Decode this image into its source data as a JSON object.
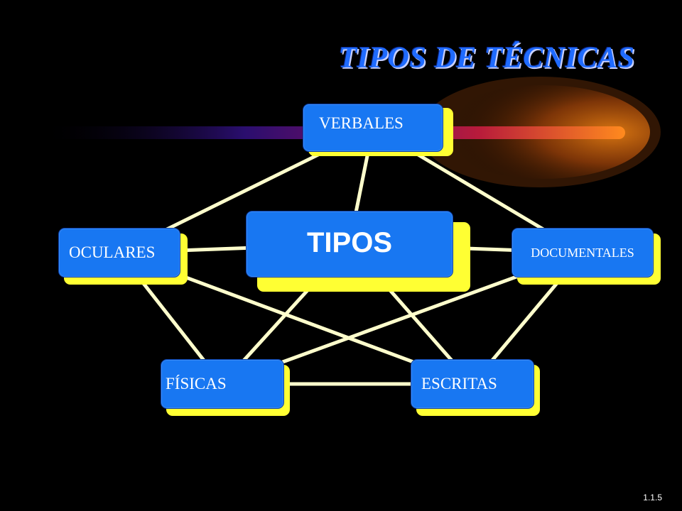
{
  "title": "TIPOS DE TÉCNICAS",
  "center": {
    "label": "TIPOS"
  },
  "nodes": {
    "verbales": {
      "label": "VERBALES"
    },
    "oculares": {
      "label": "OCULARES"
    },
    "documentales": {
      "label": "DOCUMENTALES"
    },
    "fisicas": {
      "label": "FÍSICAS"
    },
    "escritas": {
      "label": "ESCRITAS"
    }
  },
  "edges": [
    [
      "verbales",
      "oculares"
    ],
    [
      "verbales",
      "documentales"
    ],
    [
      "verbales",
      "tipos"
    ],
    [
      "oculares",
      "tipos"
    ],
    [
      "documentales",
      "tipos"
    ],
    [
      "fisicas",
      "tipos"
    ],
    [
      "escritas",
      "tipos"
    ],
    [
      "oculares",
      "fisicas"
    ],
    [
      "oculares",
      "escritas"
    ],
    [
      "documentales",
      "fisicas"
    ],
    [
      "documentales",
      "escritas"
    ],
    [
      "fisicas",
      "escritas"
    ]
  ],
  "colors": {
    "background": "#000000",
    "node_face": "#1877F2",
    "node_shadow": "#FFFF33",
    "connector": "#FFFFCC",
    "title": "#1F6BFF"
  },
  "slide_number": "1.1.5"
}
